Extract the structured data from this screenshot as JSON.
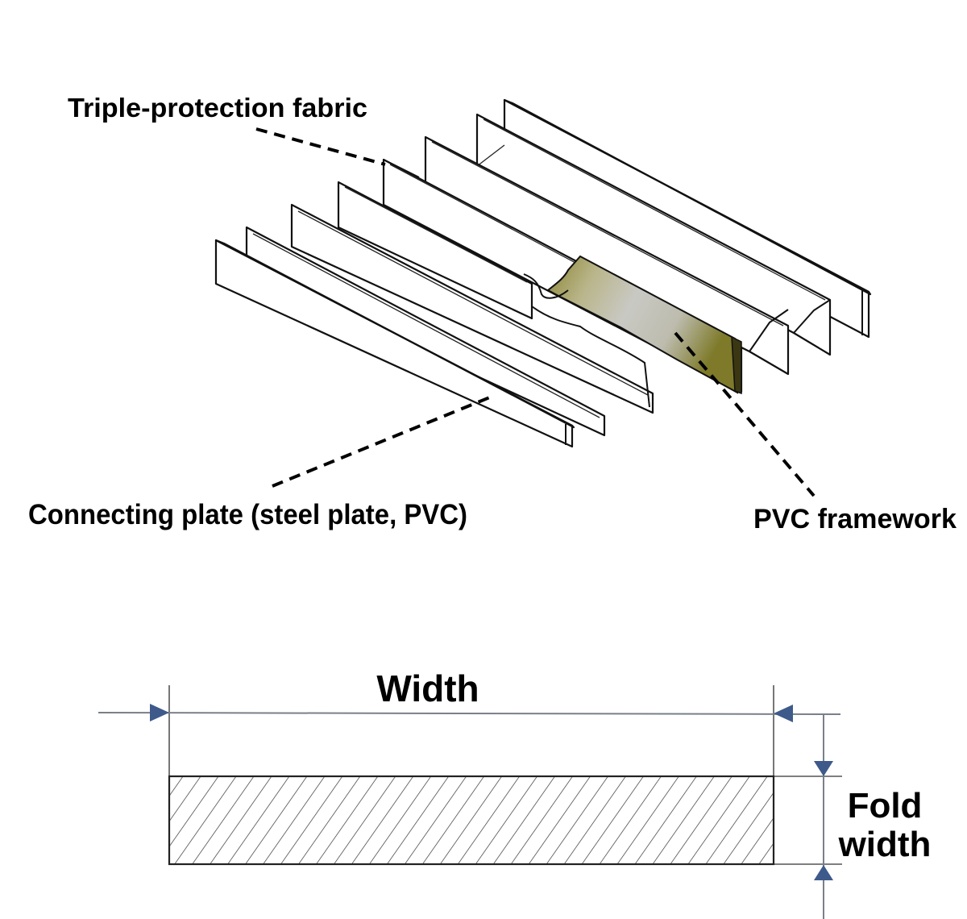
{
  "top_diagram": {
    "title": "Bellows cover structure",
    "labels": {
      "fabric": "Triple-protection fabric",
      "connecting_plate": "Connecting plate (steel plate, PVC)",
      "framework": "PVC framework"
    },
    "colors": {
      "framework_fill": "#8a8430",
      "framework_highlight": "#c9c9c4",
      "outline": "#111111"
    }
  },
  "bottom_diagram": {
    "labels": {
      "width": "Width",
      "fold_width_line1": "Fold",
      "fold_width_line2": "width"
    },
    "colors": {
      "arrow": "#3d5a8a",
      "dimension_line": "#7a7f88",
      "hatch": "#333333"
    }
  }
}
